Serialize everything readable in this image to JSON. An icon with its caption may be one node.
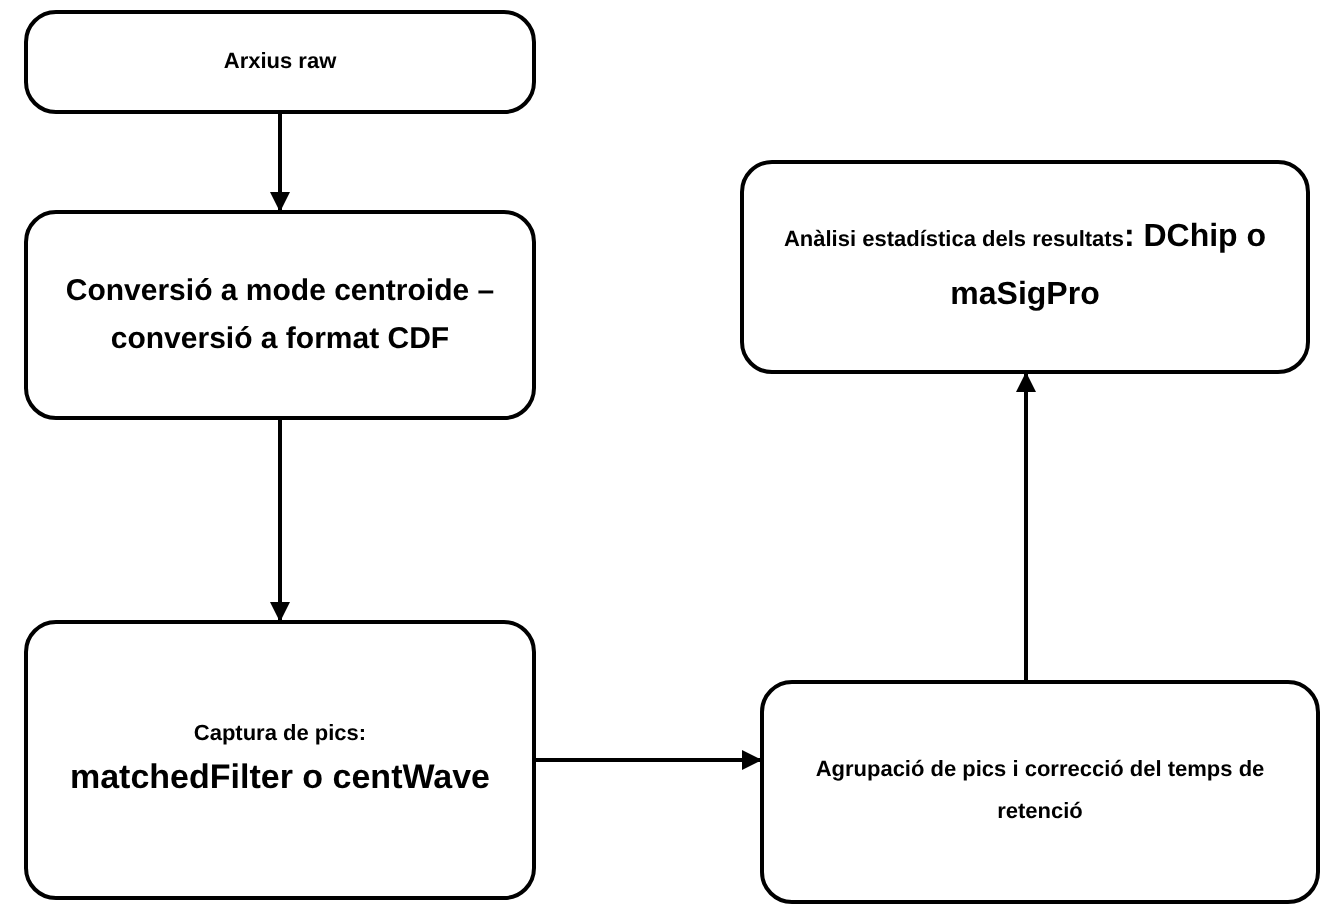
{
  "diagram": {
    "nodes": [
      {
        "text": [
          "Arxius raw"
        ]
      },
      {
        "text": [
          "Conversió a mode centroide – conversió a format CDF"
        ]
      },
      {
        "text": [
          "Captura de pics:",
          "matchedFilter o centWave"
        ]
      },
      {
        "text": [
          "Agrupació de pics i correcció del temps de retenció"
        ]
      },
      {
        "text": [
          "Anàlisi estadística dels resultats",
          ": DChip o maSigPro"
        ]
      }
    ],
    "edges": [
      {
        "from": 0,
        "to": 1,
        "arrow": "to"
      },
      {
        "from": 1,
        "to": 2,
        "arrow": "to"
      },
      {
        "from": 2,
        "to": 3,
        "arrow": "to"
      },
      {
        "from": 3,
        "to": 4,
        "arrow": "to"
      }
    ]
  }
}
